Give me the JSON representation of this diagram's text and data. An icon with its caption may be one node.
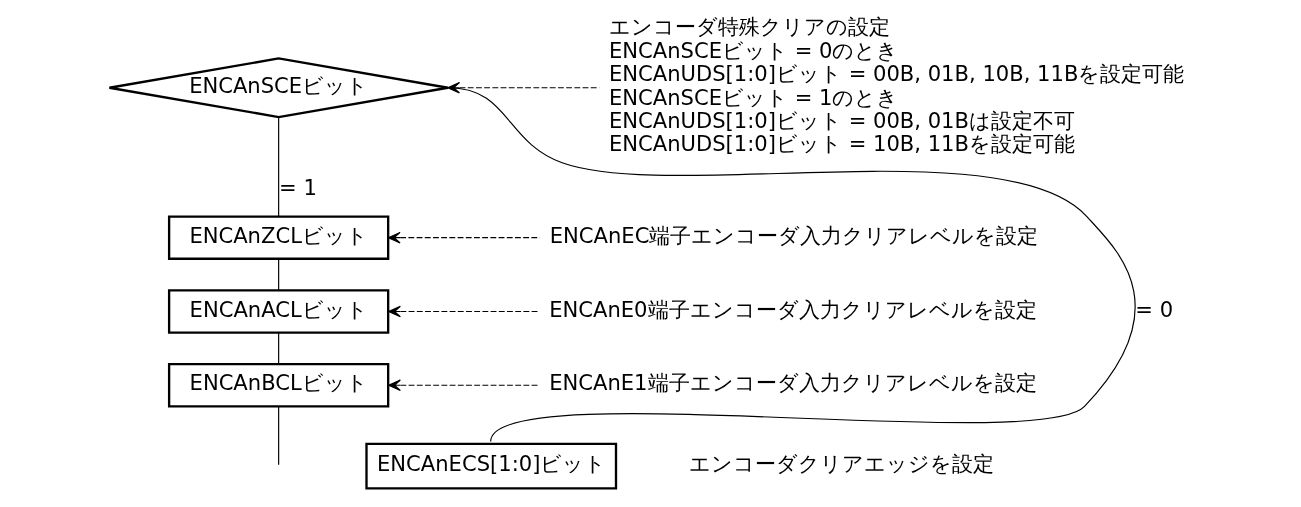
{
  "diagram": {
    "nodes": [
      {
        "text": [
          "ENCAnSCEビット"
        ]
      },
      {
        "text": [
          "ENCAnZCLビット"
        ]
      },
      {
        "text": [
          "ENCAnACLビット"
        ]
      },
      {
        "text": [
          "ENCAnBCLビット"
        ]
      },
      {
        "text": [
          "ENCAnECS[1:0]ビット"
        ],
        "beside": [
          "エンコーダクリアエッジを設定"
        ]
      },
      {
        "text": [
          "エンコーダ特殊クリアの設定",
          "ENCAnSCEビット = 0のとき",
          "ENCAnUDS[1:0]ビット = 00B, 01B, 10B, 11Bを設定可能",
          "ENCAnSCEビット = 1のとき",
          "ENCAnUDS[1:0]ビット = 00B, 01Bは設定不可",
          "ENCAnUDS[1:0]ビット = 10B, 11Bを設定可能"
        ]
      },
      {
        "text": [
          "ENCAnEC端子エンコーダ入力クリアレベルを設定"
        ]
      },
      {
        "text": [
          "ENCAnE0端子エンコーダ入力クリアレベルを設定"
        ]
      },
      {
        "text": [
          "ENCAnE1端子エンコーダ入力クリアレベルを設定"
        ]
      }
    ],
    "edges": [
      {
        "from": 0,
        "to": 1,
        "arrow": "none",
        "label": "= 1"
      },
      {
        "from": 1,
        "to": 2,
        "arrow": "none"
      },
      {
        "from": 2,
        "to": 3,
        "arrow": "none"
      },
      {
        "from": 3,
        "to": null,
        "arrow": "none"
      },
      {
        "from": 0,
        "to": 4,
        "arrow": "none",
        "label": "= 0"
      },
      {
        "from": 5,
        "to": 0,
        "arrow": "to",
        "style": "dashed"
      },
      {
        "from": 6,
        "to": 1,
        "arrow": "to",
        "style": "dashed"
      },
      {
        "from": 7,
        "to": 2,
        "arrow": "to",
        "style": "dashed"
      },
      {
        "from": 8,
        "to": 3,
        "arrow": "to",
        "style": "dashed"
      }
    ]
  }
}
